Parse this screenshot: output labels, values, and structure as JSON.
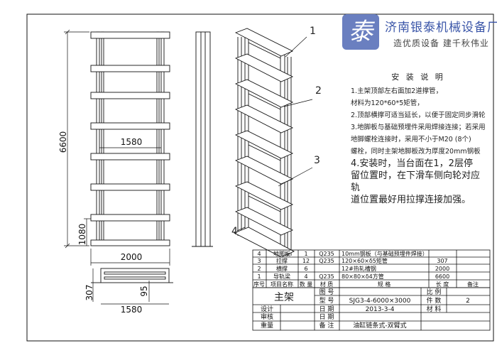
{
  "logo": {
    "mark": "泰",
    "company": "济南银泰机械设备厂",
    "slogan": "造优质设备 建千秋伟业"
  },
  "callouts": [
    "1",
    "2",
    "3",
    "4"
  ],
  "dimensions": {
    "height": "6600",
    "inner_width": "1580",
    "base_height": "1080",
    "overall_width": "2000",
    "side_offset": "307",
    "small_offset": "95",
    "bottom_width": "1580"
  },
  "notes": {
    "title": "安 装 说 明",
    "lines": [
      "1.主架顶部左右面加2道撑管，",
      "材料为120*60*5矩管，",
      "2.顶部横撑可适当延长，以便于固定同步滑轮",
      "3.地脚板与基础预埋件采用焊接连接；若采用",
      "地脚螺栓连接时，采用不小于M20 (8个)",
      "螺栓，同时主架地脚板改为厚度20mm钢板",
      "4.安装时，当台面在1，2层停",
      "留位置时，在下滑车侧向轮对应轨",
      "道位置最好用拉撑连接加强。"
    ]
  },
  "bom": {
    "rows": [
      {
        "no": "4",
        "name": "地脚板",
        "qty": "1",
        "material": "Q235",
        "spec": "10mm钢板（与基础预埋件焊接）",
        "length": "",
        "note": ""
      },
      {
        "no": "3",
        "name": "拉撑",
        "qty": "12",
        "material": "Q235",
        "spec": "120×60×δ5矩管",
        "length": "307",
        "note": ""
      },
      {
        "no": "2",
        "name": "横撑",
        "qty": "6",
        "material": "",
        "spec": "12#热轧槽钢",
        "length": "2000",
        "note": ""
      },
      {
        "no": "1",
        "name": "导轨梁",
        "qty": "4",
        "material": "Q235",
        "spec": "80×80×δ4方管",
        "length": "6600",
        "note": ""
      }
    ],
    "header": {
      "no": "序号",
      "name": "项目名称",
      "qty": "数 量",
      "material": "材 质",
      "spec": "规 格",
      "length": "长 度",
      "note": "备注"
    }
  },
  "title_block": {
    "part_name": "主架",
    "labels": {
      "drawing_no": "图 号",
      "model": "型 号",
      "date": "日 期",
      "date2": "日 期",
      "remark": "备 注",
      "scale": "比 例",
      "count": "件 数",
      "material": "材 料",
      "design": "设计",
      "review": "审核",
      "weight": "重量"
    },
    "model_value": "SJG3-4-6000×3000",
    "date_value": "2013-3-4",
    "count_value": "2",
    "remark_value": "油缸链条式-双臂式"
  }
}
